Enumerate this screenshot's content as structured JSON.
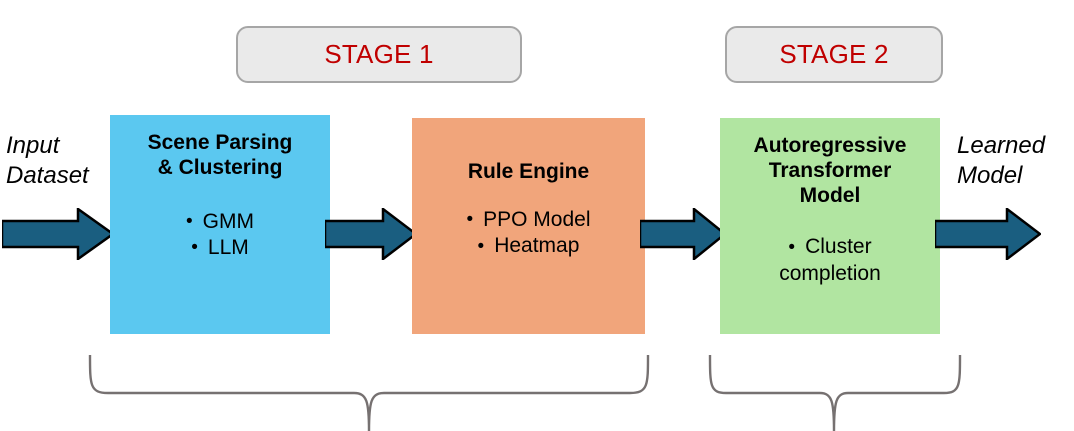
{
  "stages": [
    {
      "id": "stage-1",
      "label": "STAGE 1"
    },
    {
      "id": "stage-2",
      "label": "STAGE 2"
    }
  ],
  "boxes": [
    {
      "id": "scene-parsing",
      "title": "Scene Parsing\n& Clustering",
      "bullets": [
        "GMM",
        "LLM"
      ],
      "color": "#5BC8F0"
    },
    {
      "id": "rule-engine",
      "title": "Rule Engine",
      "bullets": [
        "PPO Model",
        "Heatmap"
      ],
      "color": "#F1A57B"
    },
    {
      "id": "transformer",
      "title": "Autoregressive\nTransformer\nModel",
      "bullets": [
        "Cluster\ncompletion"
      ],
      "color": "#B1E5A1"
    }
  ],
  "labels": {
    "input": "Input\nDataset",
    "output": "Learned\nModel"
  },
  "bullet_glyph": "•",
  "colors": {
    "arrow_fill": "#1A5E80",
    "arrow_stroke": "#000000",
    "stage_fill": "#eaeaea",
    "stage_border": "#a6a6a6",
    "stage_text": "#c00000",
    "brace_stroke": "#767171",
    "background": "#ffffff"
  }
}
